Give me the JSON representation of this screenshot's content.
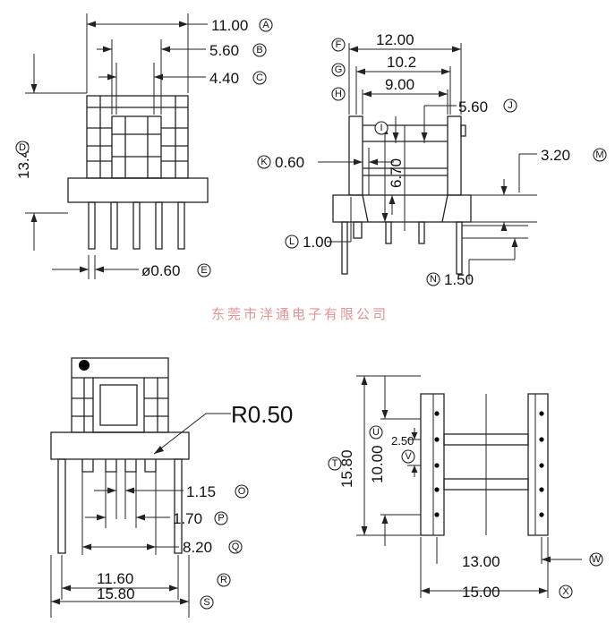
{
  "watermark": "东莞市洋通电子有限公司",
  "radius_label": "R0.50",
  "dims": {
    "A": "11.00",
    "B": "5.60",
    "C": "4.40",
    "D": "13.40",
    "E": "ø0.60",
    "F": "12.00",
    "G": "10.2",
    "H": "9.00",
    "I": "6.70",
    "J": "5.60",
    "K": "0.60",
    "L": "1.00",
    "M": "3.20",
    "N": "1.50",
    "O": "1.15",
    "P": "1.70",
    "Q": "8.20",
    "R": "11.60",
    "S": "15.80",
    "T": "15.80",
    "U": "10.00",
    "V": "2.50",
    "W": "13.00",
    "X": "15.00"
  }
}
